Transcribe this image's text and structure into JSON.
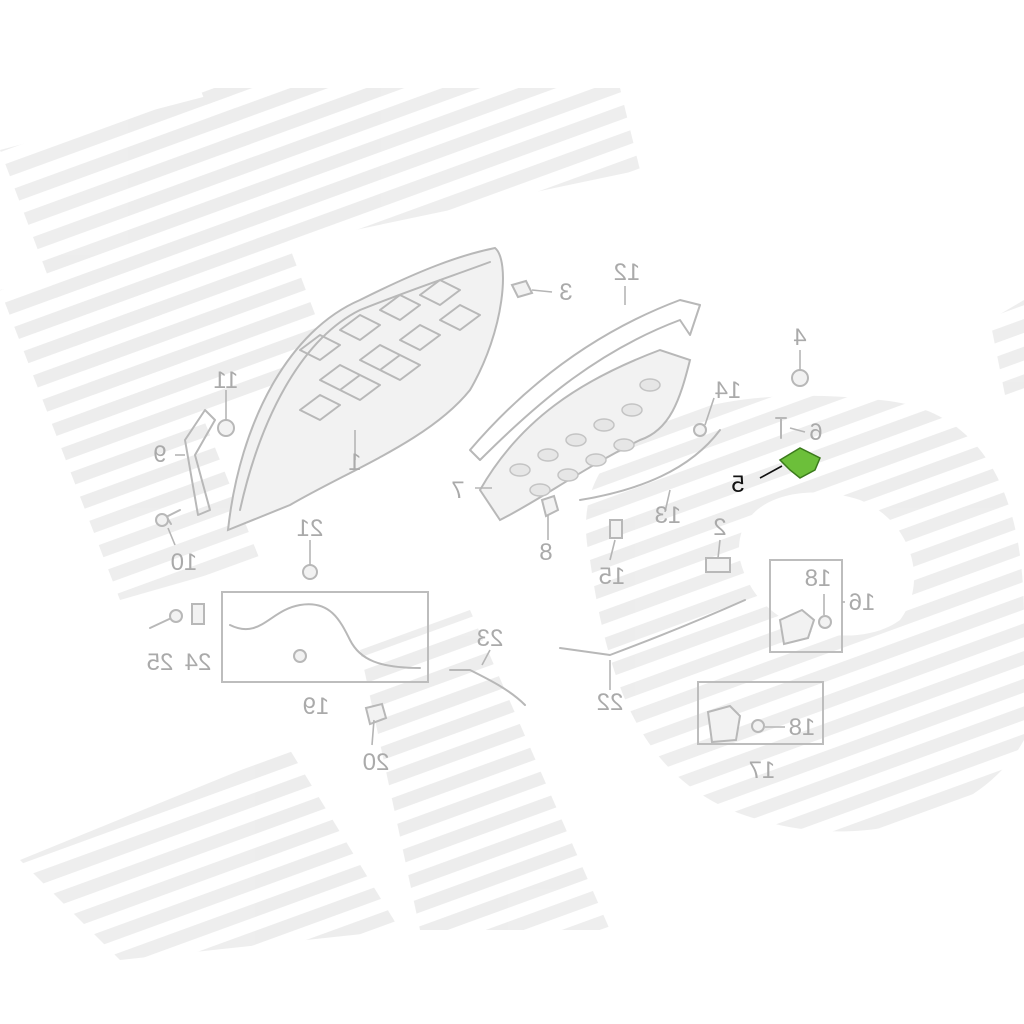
{
  "highlight_color": "#6cbf3a",
  "watermark_color": "#ececec",
  "callouts": [
    {
      "id": "c1",
      "label": "1"
    },
    {
      "id": "c2",
      "label": "2"
    },
    {
      "id": "c3",
      "label": "3"
    },
    {
      "id": "c4",
      "label": "4"
    },
    {
      "id": "c5",
      "label": "5",
      "highlighted": true
    },
    {
      "id": "c6",
      "label": "6"
    },
    {
      "id": "c7",
      "label": "7"
    },
    {
      "id": "c8",
      "label": "8"
    },
    {
      "id": "c9",
      "label": "9"
    },
    {
      "id": "c10",
      "label": "10"
    },
    {
      "id": "c11",
      "label": "11"
    },
    {
      "id": "c12",
      "label": "12"
    },
    {
      "id": "c13",
      "label": "13"
    },
    {
      "id": "c14",
      "label": "14"
    },
    {
      "id": "c15",
      "label": "15"
    },
    {
      "id": "c16",
      "label": "16"
    },
    {
      "id": "c17",
      "label": "17"
    },
    {
      "id": "c18a",
      "label": "18"
    },
    {
      "id": "c18b",
      "label": "18"
    },
    {
      "id": "c19",
      "label": "19"
    },
    {
      "id": "c20",
      "label": "20"
    },
    {
      "id": "c21",
      "label": "21"
    },
    {
      "id": "c22",
      "label": "22"
    },
    {
      "id": "c23",
      "label": "23"
    },
    {
      "id": "c24",
      "label": "24"
    },
    {
      "id": "c25",
      "label": "25"
    }
  ]
}
